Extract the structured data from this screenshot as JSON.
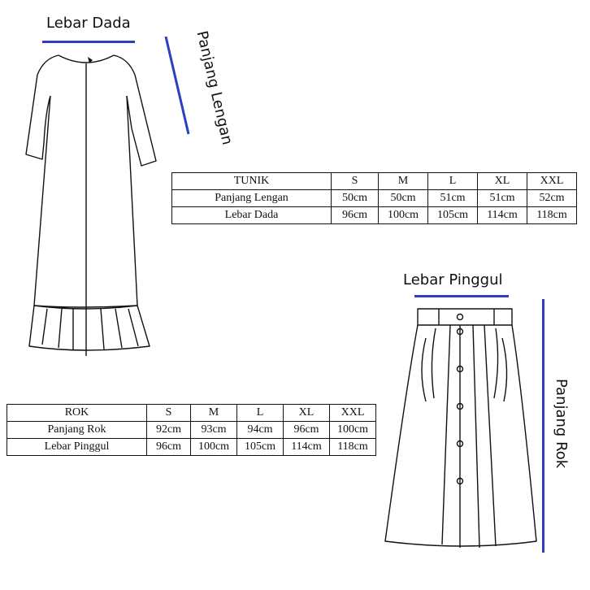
{
  "tunik": {
    "chest_label": "Lebar Dada",
    "sleeve_label": "Panjang Lengan",
    "table": {
      "headers": [
        "TUNIK",
        "S",
        "M",
        "L",
        "XL",
        "XXL"
      ],
      "rows": [
        [
          "Panjang Lengan",
          "50cm",
          "50cm",
          "51cm",
          "51cm",
          "52cm"
        ],
        [
          "Lebar Dada",
          "96cm",
          "100cm",
          "105cm",
          "114cm",
          "118cm"
        ]
      ]
    }
  },
  "rok": {
    "hip_label": "Lebar Pinggul",
    "length_label": "Panjang Rok",
    "table": {
      "headers": [
        "ROK",
        "S",
        "M",
        "L",
        "XL",
        "XXL"
      ],
      "rows": [
        [
          "Panjang Rok",
          "92cm",
          "93cm",
          "94cm",
          "96cm",
          "100cm"
        ],
        [
          "Lebar Pinggul",
          "96cm",
          "100cm",
          "105cm",
          "114cm",
          "118cm"
        ]
      ]
    }
  },
  "colors": {
    "measure_line": "#2b3fc4",
    "outline": "#111111"
  }
}
